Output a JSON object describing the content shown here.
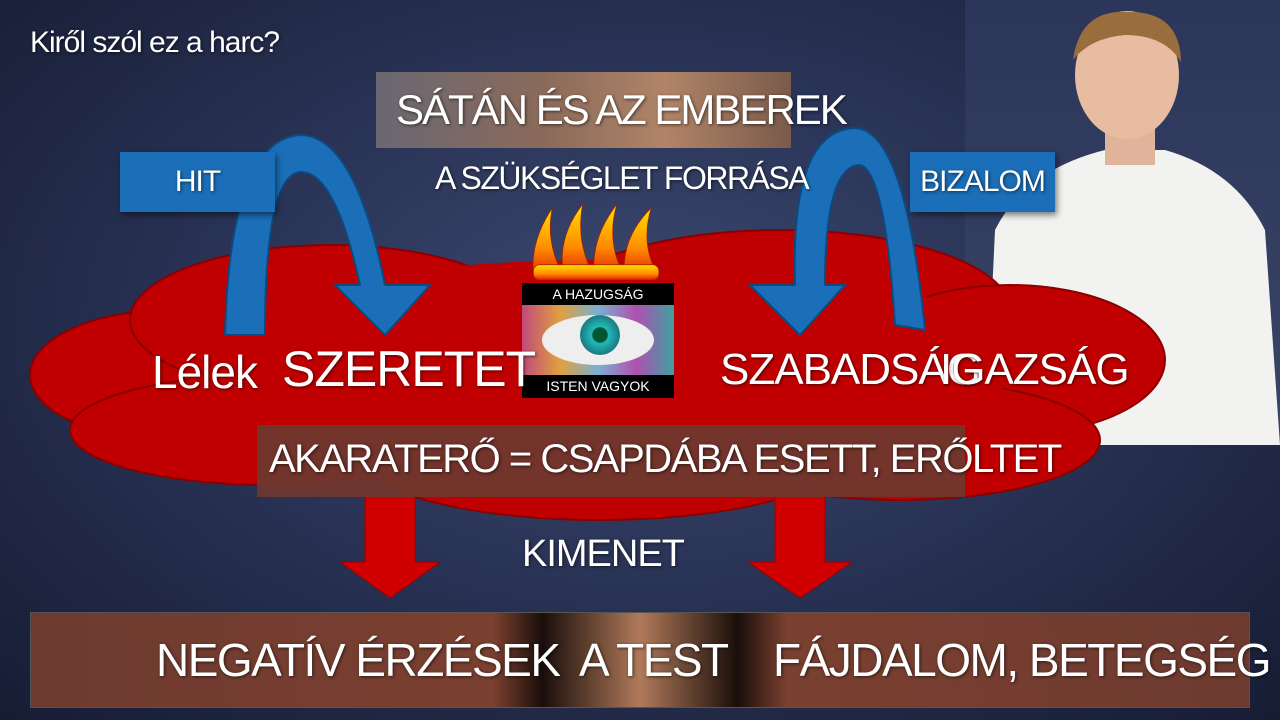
{
  "slide": {
    "title": "Kiről szól ez a harc?",
    "banner": "SÁTÁN ÉS AZ EMBEREK",
    "source_text": "A SZÜKSÉGLET FORRÁSA",
    "left_label": "HIT",
    "right_label": "BIZALOM",
    "eye_top": "A HAZUGSÁG",
    "eye_bottom": "ISTEN VAGYOK",
    "lelek": "Lélek",
    "szeretet": "SZERETET",
    "szabadsag": "SZABADSÁG",
    "igazsag": "IGAZSÁG",
    "akarat": "AKARATERŐ = CSAPDÁBA ESETT, ERŐLTET",
    "kimenet": "KIMENET",
    "bottom": {
      "left": "NEGATÍV ÉRZÉSEK",
      "center": "A TEST",
      "right": "FÁJDALOM, BETEGSÉG"
    }
  },
  "colors": {
    "cloud": "#c00000",
    "arrow_blue": "#1a6fb8",
    "background": "#2a3457"
  }
}
